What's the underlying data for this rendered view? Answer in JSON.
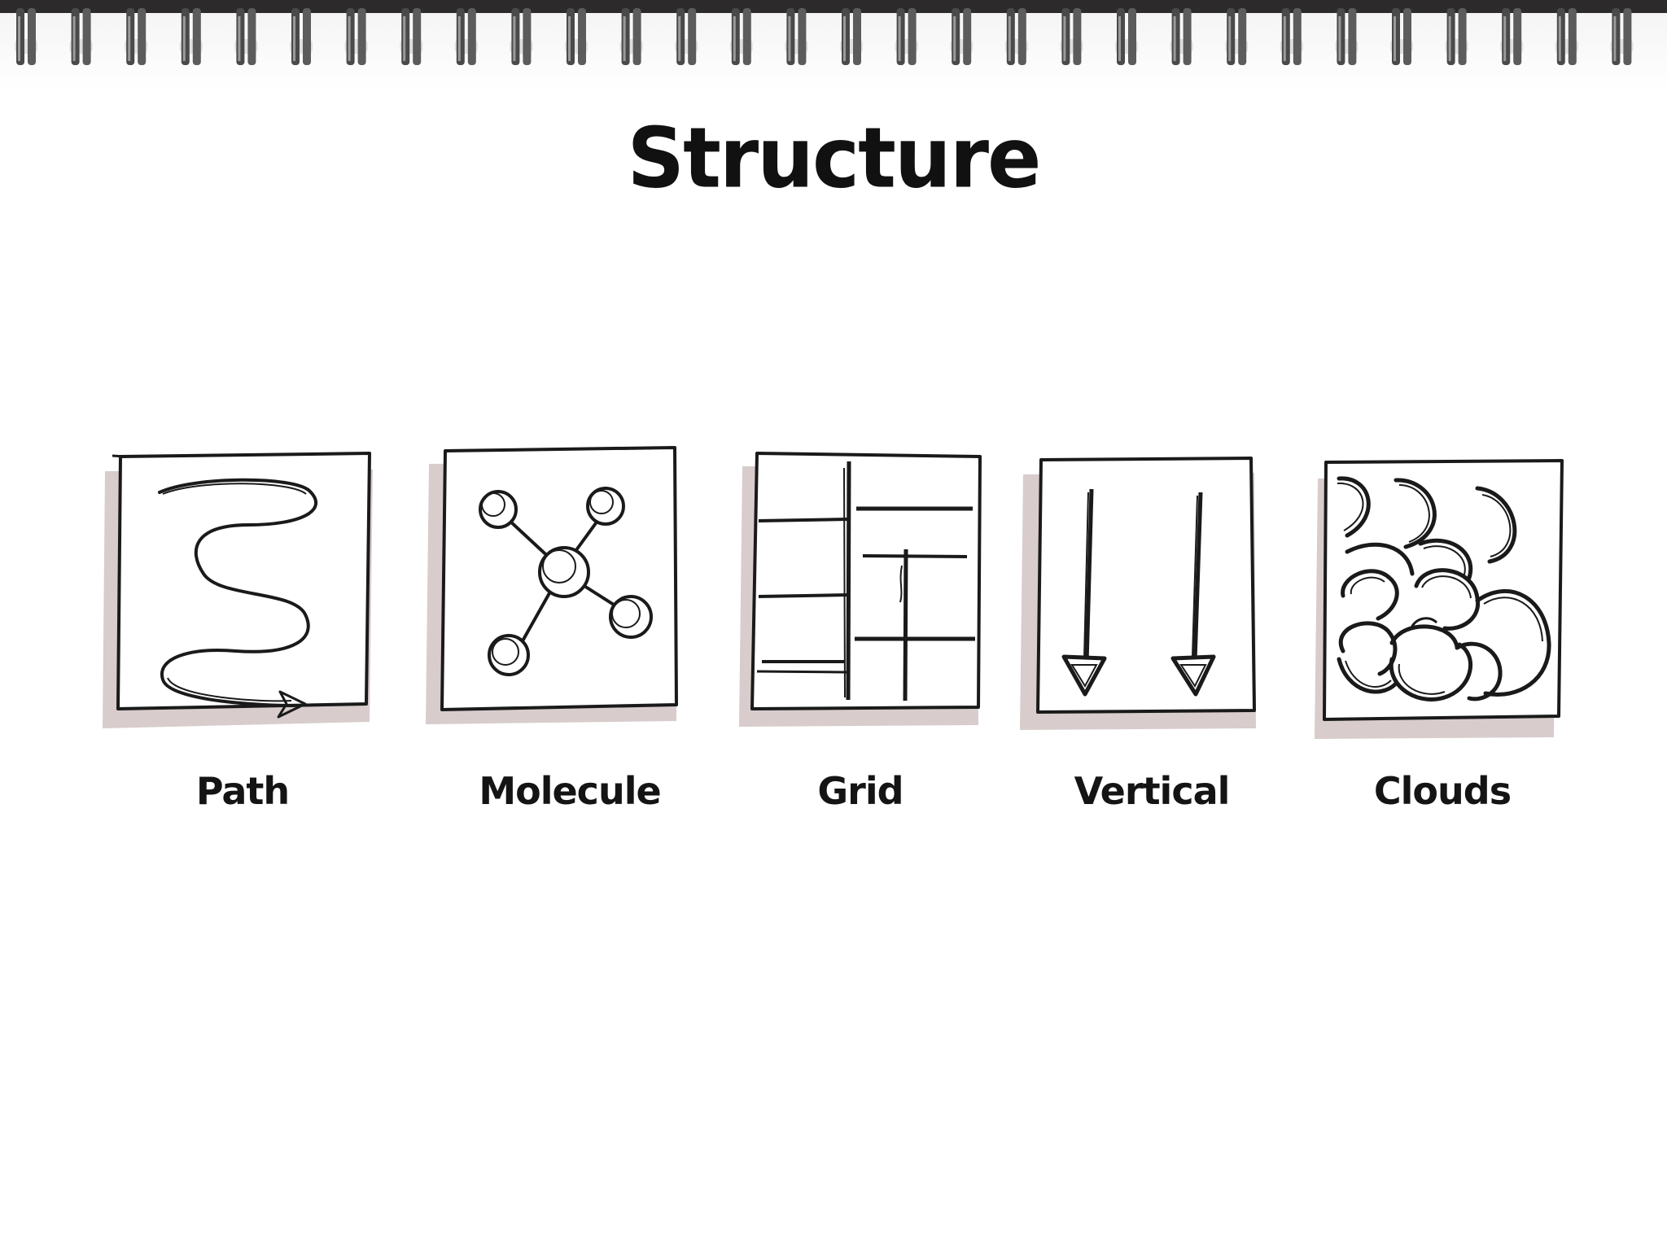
{
  "title": "Structure",
  "items": [
    {
      "label": "Path",
      "icon": "serpentine-path-icon"
    },
    {
      "label": "Molecule",
      "icon": "molecule-icon"
    },
    {
      "label": "Grid",
      "icon": "grid-icon"
    },
    {
      "label": "Vertical",
      "icon": "vertical-arrows-icon"
    },
    {
      "label": "Clouds",
      "icon": "clouds-icon"
    }
  ],
  "colors": {
    "ink": "#1a1a1a",
    "shadow": "#d2c7c7",
    "spiral": "#4a4a4a"
  }
}
